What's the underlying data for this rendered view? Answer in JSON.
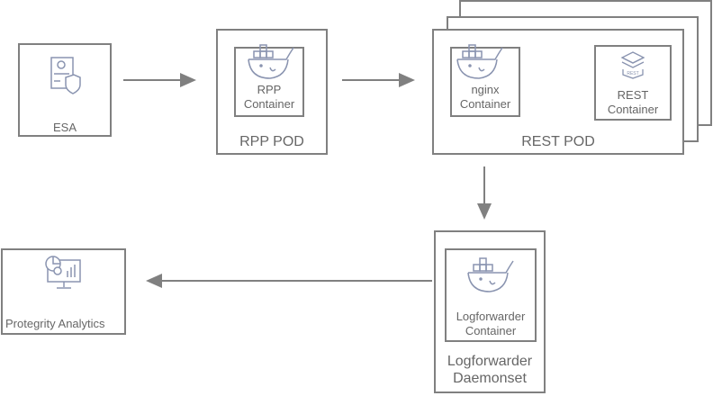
{
  "nodes": {
    "esa": {
      "label": "ESA",
      "icon": "certificate-shield-icon"
    },
    "rpp_pod": {
      "label": "RPP POD",
      "container": {
        "line1": "RPP",
        "line2": "Container",
        "icon": "docker-whale-icon"
      }
    },
    "rest_pod": {
      "label": "REST POD",
      "nginx": {
        "line1": "nginx",
        "line2": "Container",
        "icon": "docker-whale-icon"
      },
      "rest": {
        "line1": "REST",
        "line2": "Container",
        "icon": "rest-box-icon",
        "icon_text": "REST"
      }
    },
    "logforwarder": {
      "line1": "Logforwarder",
      "line2": "Daemonset",
      "container": {
        "line1": "Logforwarder",
        "line2": "Container",
        "icon": "docker-whale-icon"
      }
    },
    "analytics": {
      "label": "Protegrity Analytics",
      "icon": "analytics-monitor-icon"
    }
  },
  "colors": {
    "stroke": "#808080",
    "text": "#666666",
    "icon": "#8a94b0"
  }
}
